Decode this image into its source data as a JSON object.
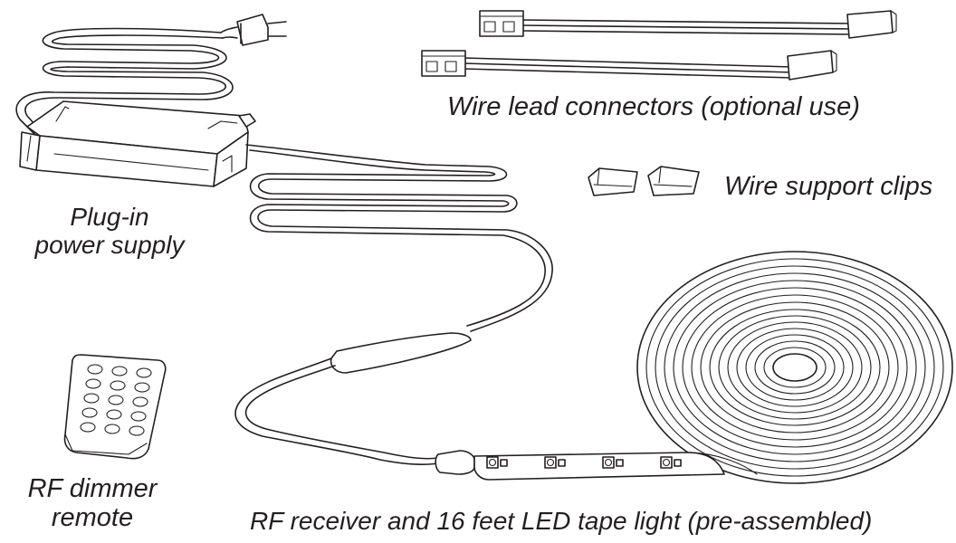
{
  "labels": {
    "wire_lead_connectors": "Wire lead connectors (optional use)",
    "wire_support_clips": "Wire support clips",
    "power_supply_line1": "Plug-in",
    "power_supply_line2": "power supply",
    "remote_line1": "RF dimmer",
    "remote_line2": "remote",
    "tape_light": "RF receiver and 16 feet LED tape light (pre-assembled)"
  },
  "colors": {
    "line": "#231f20",
    "background": "#ffffff"
  }
}
